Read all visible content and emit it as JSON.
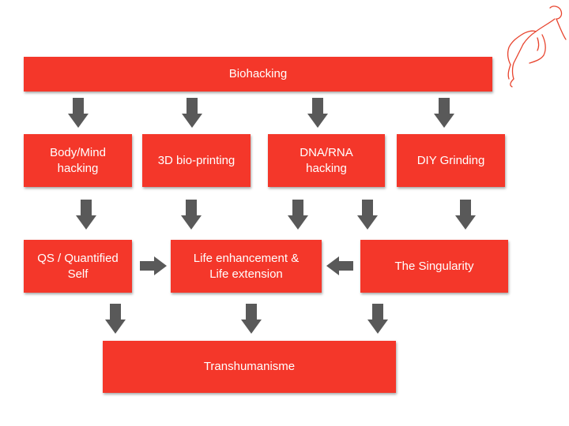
{
  "diagram": {
    "top": {
      "label": "Biohacking"
    },
    "row1": [
      {
        "label": "Body/Mind\nhacking"
      },
      {
        "label": "3D bio-printing"
      },
      {
        "label": "DNA/RNA\nhacking"
      },
      {
        "label": "DIY Grinding"
      }
    ],
    "row2": [
      {
        "label": "QS / Quantified\nSelf"
      },
      {
        "label": "Life enhancement &\nLife extension"
      },
      {
        "label": "The Singularity"
      }
    ],
    "bottom": {
      "label": "Transhumanisme"
    }
  },
  "colors": {
    "box": "#f4372a",
    "arrow": "#595959",
    "logo": "#e8442e"
  },
  "icons": {
    "logo": "runner-sketch-icon",
    "arrow_down": "arrow-down-icon",
    "arrow_right": "arrow-right-icon",
    "arrow_left": "arrow-left-icon"
  }
}
